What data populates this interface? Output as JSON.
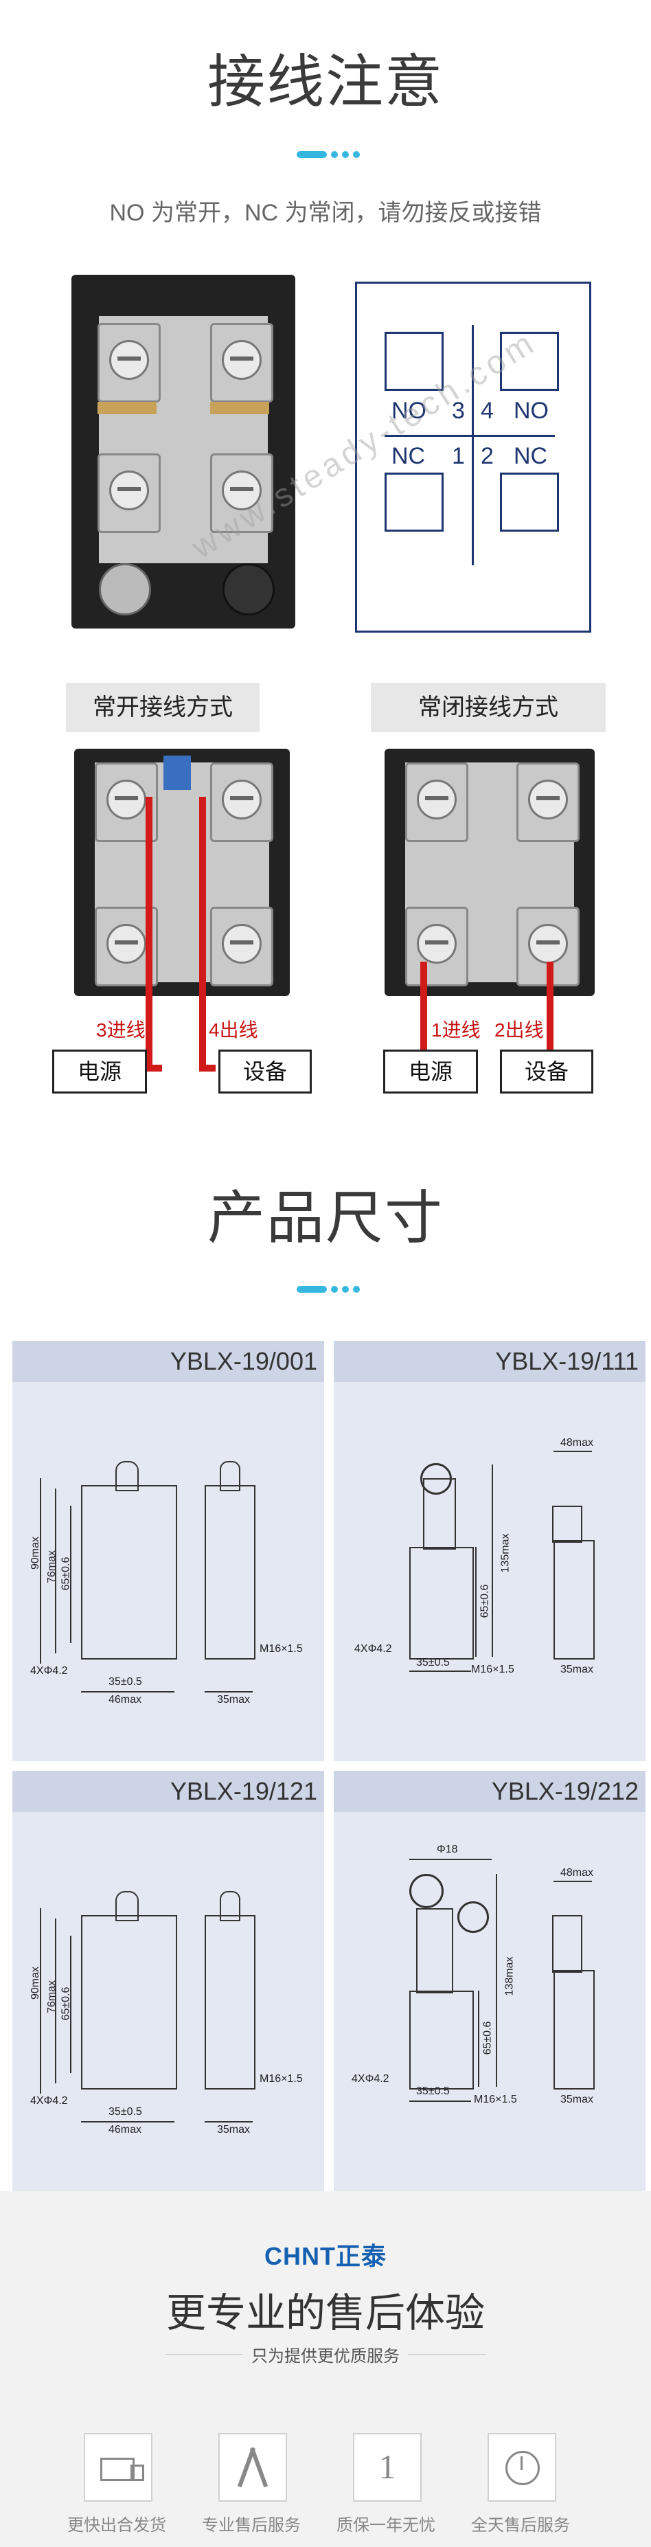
{
  "wiring": {
    "title": "接线注意",
    "note": "NO 为常开，NC 为常闭，请勿接反或接错",
    "diagram": {
      "no_left": "NO",
      "num_3": "3",
      "num_4": "4",
      "no_right": "NO",
      "nc_left": "NC",
      "num_1": "1",
      "num_2": "2",
      "nc_right": "NC"
    },
    "watermark": "www.steady-tech.com",
    "open_title": "常开接线方式",
    "closed_title": "常闭接线方式",
    "open_in": "3进线",
    "open_out": "4出线",
    "closed_in": "1进线",
    "closed_out": "2出线",
    "power": "电源",
    "device": "设备",
    "wire_color": "#d11a1a"
  },
  "dimensions": {
    "title": "产品尺寸",
    "panels": [
      {
        "model": "YBLX-19/001",
        "labels": [
          "90max",
          "76max",
          "65±0.6",
          "4XΦ4.2",
          "35±0.5",
          "46max",
          "35max",
          "M16×1.5"
        ]
      },
      {
        "model": "YBLX-19/111",
        "labels": [
          "48max",
          "135max",
          "65±0.6",
          "4XΦ4.2",
          "35±0.5",
          "M16×1.5",
          "35max"
        ]
      },
      {
        "model": "YBLX-19/121",
        "labels": [
          "90max",
          "76max",
          "65±0.6",
          "4XΦ4.2",
          "35±0.5",
          "46max",
          "35max",
          "M16×1.5"
        ]
      },
      {
        "model": "YBLX-19/212",
        "labels": [
          "Φ18",
          "48max",
          "138max",
          "65±0.6",
          "4XΦ4.2",
          "35±0.5",
          "M16×1.5",
          "35max"
        ]
      }
    ]
  },
  "footer": {
    "brand": "CHNT正泰",
    "title": "更专业的售后体验",
    "subtitle": "只为提供更优质服务",
    "services": [
      {
        "label": "更快出合发货",
        "icon": "truck-icon"
      },
      {
        "label": "专业售后服务",
        "icon": "tools-icon"
      },
      {
        "label": "质保一年无忧",
        "icon": "one-year-icon"
      },
      {
        "label": "全天售后服务",
        "icon": "clock-icon"
      }
    ],
    "brand_color": "#1560b0",
    "accent_color": "#35b7e0"
  }
}
